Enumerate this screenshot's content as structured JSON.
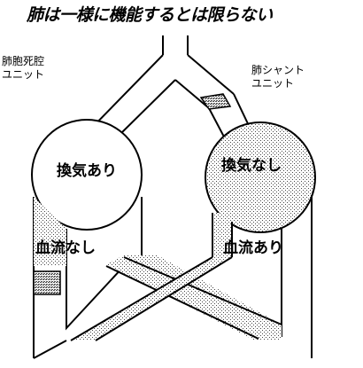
{
  "title": "肺は一様に機能するとは限らない",
  "dead_space_label": [
    "肺胞死腔",
    "ユニット"
  ],
  "shunt_label": [
    "肺シャント",
    "ユニット"
  ],
  "unit_a": {
    "ventilation": "換気あり",
    "blood_flow": "血流なし"
  },
  "unit_b": {
    "ventilation": "換気なし",
    "blood_flow": "血流あり"
  }
}
